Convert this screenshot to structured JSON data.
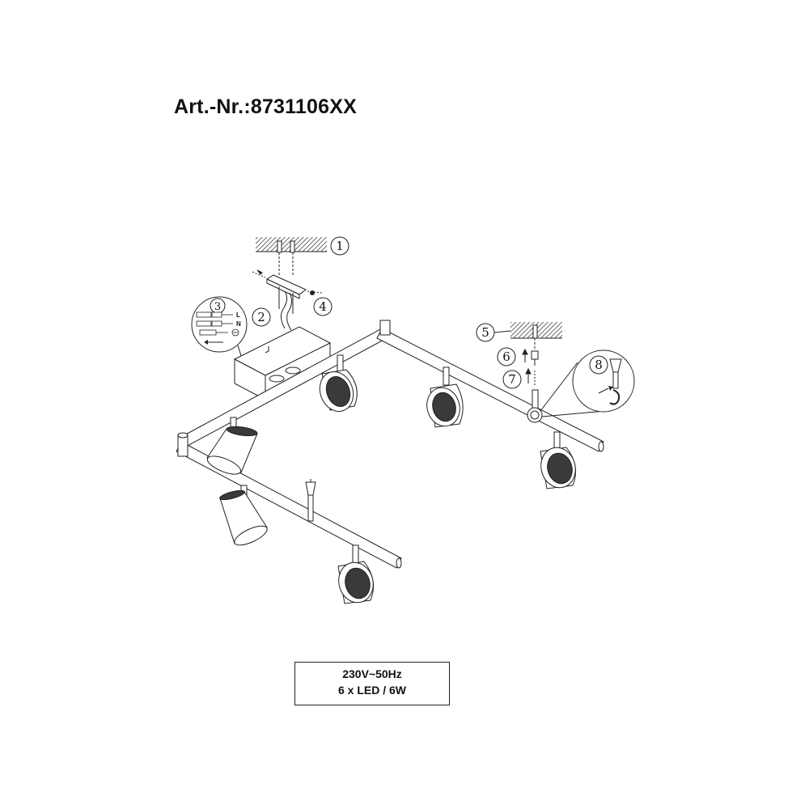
{
  "header": {
    "article_number": "Art.-Nr.:8731106XX"
  },
  "callouts": {
    "c1": "1",
    "c2": "2",
    "c3": "3",
    "c4": "4",
    "c5": "5",
    "c6": "6",
    "c7": "7",
    "c8": "8"
  },
  "wiring": {
    "live": "L",
    "neutral": "N"
  },
  "specs": {
    "voltage": "230V~50Hz",
    "lamps": "6 x LED / 6W"
  },
  "colors": {
    "line": "#222222",
    "spot_face": "#3a3a3a",
    "hatch": "#555555"
  },
  "icons": [
    "screw-icon",
    "dowel-icon",
    "wire-terminal-icon",
    "ground-icon",
    "arrow-icon"
  ]
}
